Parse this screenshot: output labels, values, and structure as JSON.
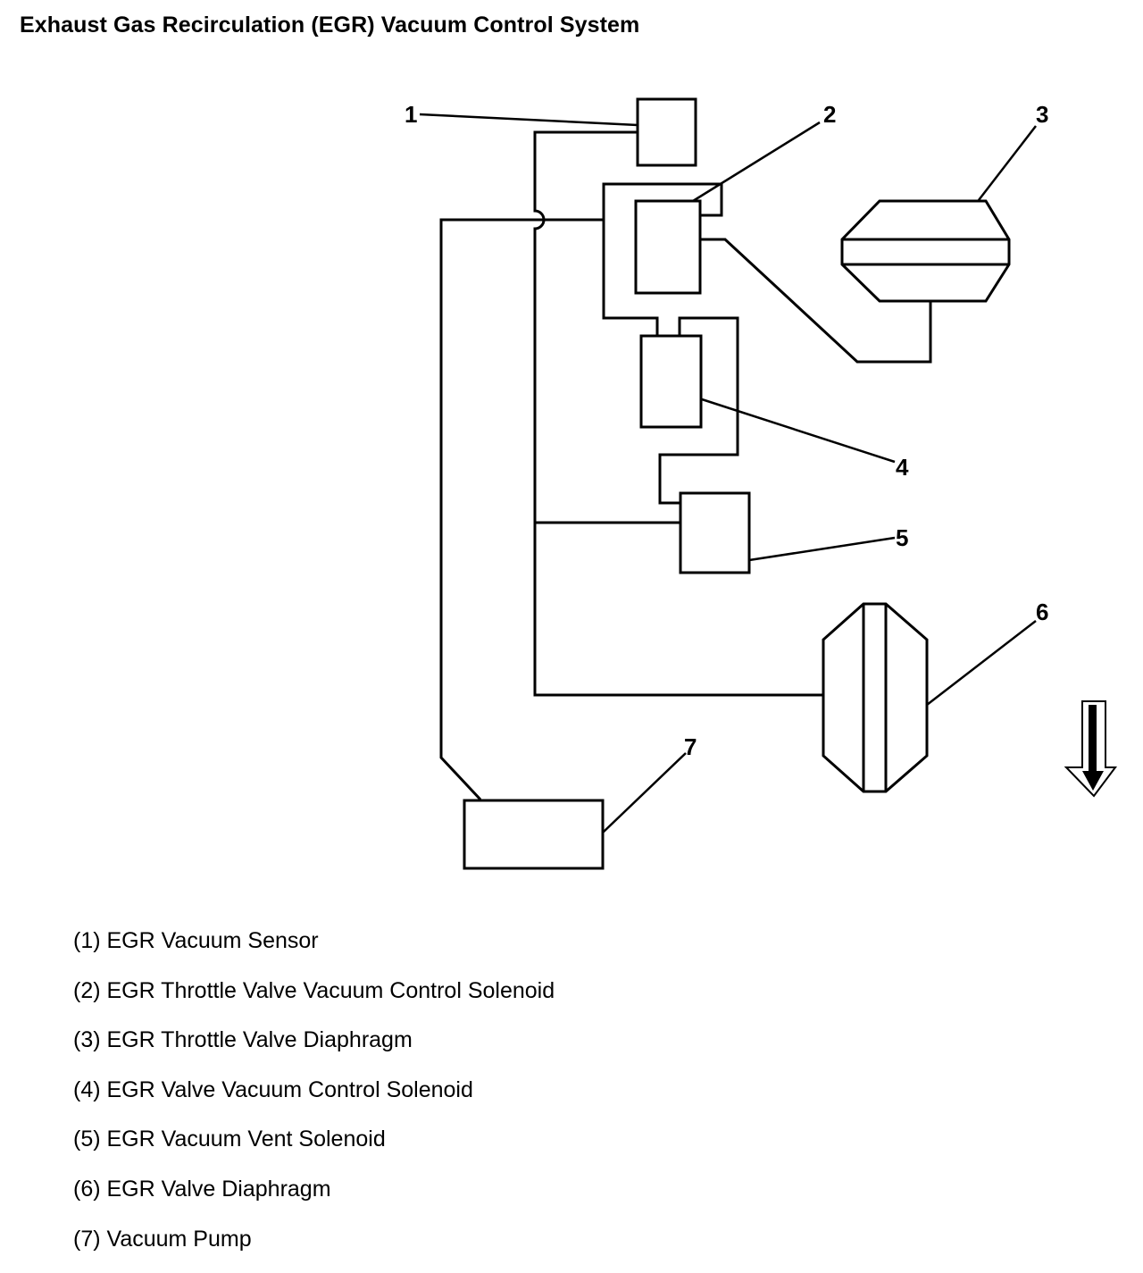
{
  "title": "Exhaust Gas Recirculation (EGR) Vacuum Control System",
  "callouts": [
    "1",
    "2",
    "3",
    "4",
    "5",
    "6",
    "7"
  ],
  "legend": [
    "(1) EGR Vacuum Sensor",
    "(2) EGR Throttle Valve Vacuum Control Solenoid",
    "(3) EGR Throttle Valve Diaphragm",
    "(4) EGR Valve Vacuum Control Solenoid",
    "(5) EGR Vacuum Vent Solenoid",
    "(6) EGR Valve Diaphragm",
    "(7) Vacuum Pump"
  ],
  "icons": {
    "direction_arrow": "down-arrow-icon"
  }
}
